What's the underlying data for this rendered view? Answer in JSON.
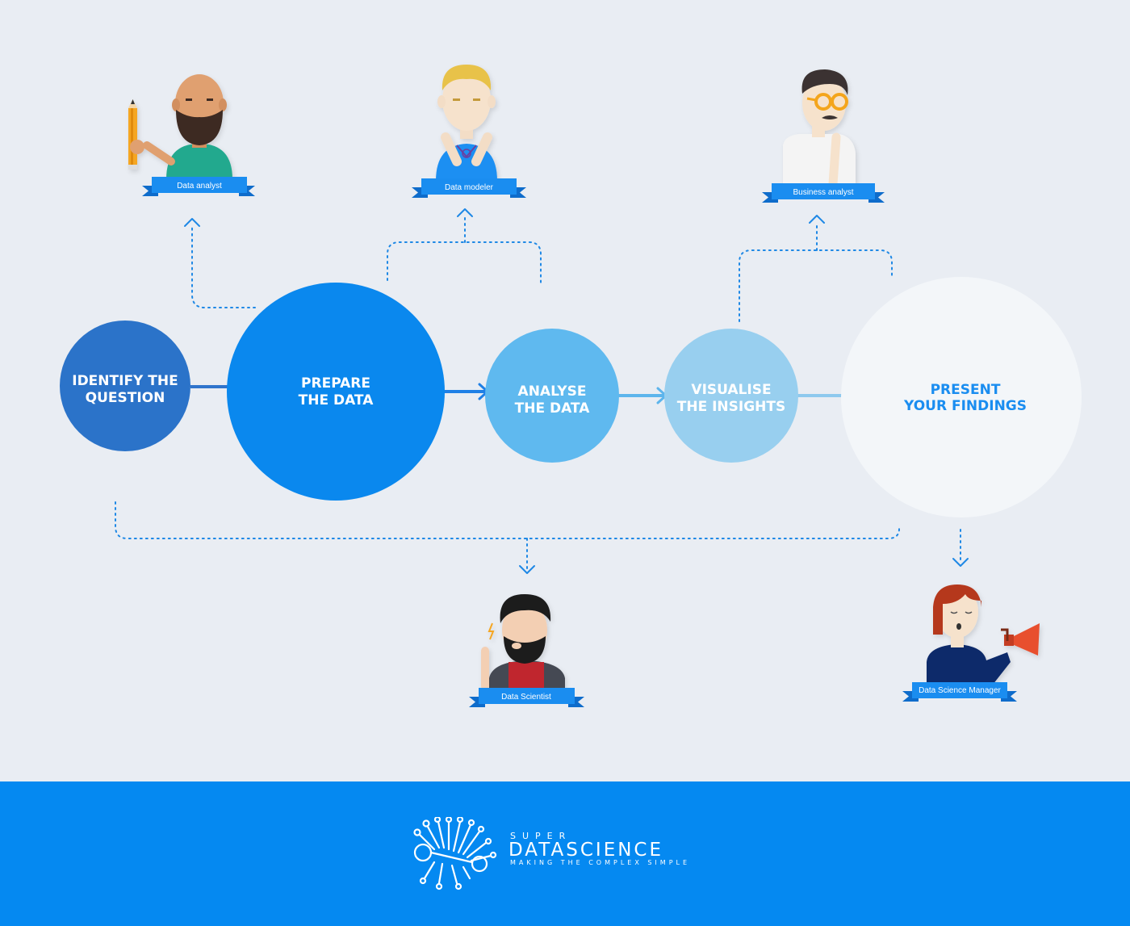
{
  "stages": [
    {
      "line1": "IDENTIFY THE",
      "line2": "QUESTION"
    },
    {
      "line1": "PREPARE",
      "line2": "THE DATA"
    },
    {
      "line1": "ANALYSE",
      "line2": "THE DATA"
    },
    {
      "line1": "VISUALISE",
      "line2": "THE INSIGHTS"
    },
    {
      "line1": "PRESENT",
      "line2": "YOUR FINDINGS"
    }
  ],
  "roles": {
    "data_analyst": "Data analyst",
    "data_modeler": "Data modeler",
    "business_analyst": "Business analyst",
    "data_scientist": "Data Scientist",
    "data_science_manager": "Data Science Manager"
  },
  "footer": {
    "brand_top": "SUPER",
    "brand_name": "DATASCIENCE",
    "tagline": "MAKING THE COMPLEX SIMPLE"
  },
  "colors": {
    "background": "#e9edf3",
    "footer": "#0589f1",
    "stage1": "#2b73c9",
    "stage2": "#0a88ee",
    "stage3": "#5fb9ef",
    "stage4": "#98cfef",
    "stage5": "#f3f6f9",
    "ribbon": "#1a8df0",
    "connector": "#1e88e5"
  },
  "icons": [
    "pencil-icon",
    "megaphone-icon",
    "lightning-icon",
    "supernova-logo-icon"
  ]
}
